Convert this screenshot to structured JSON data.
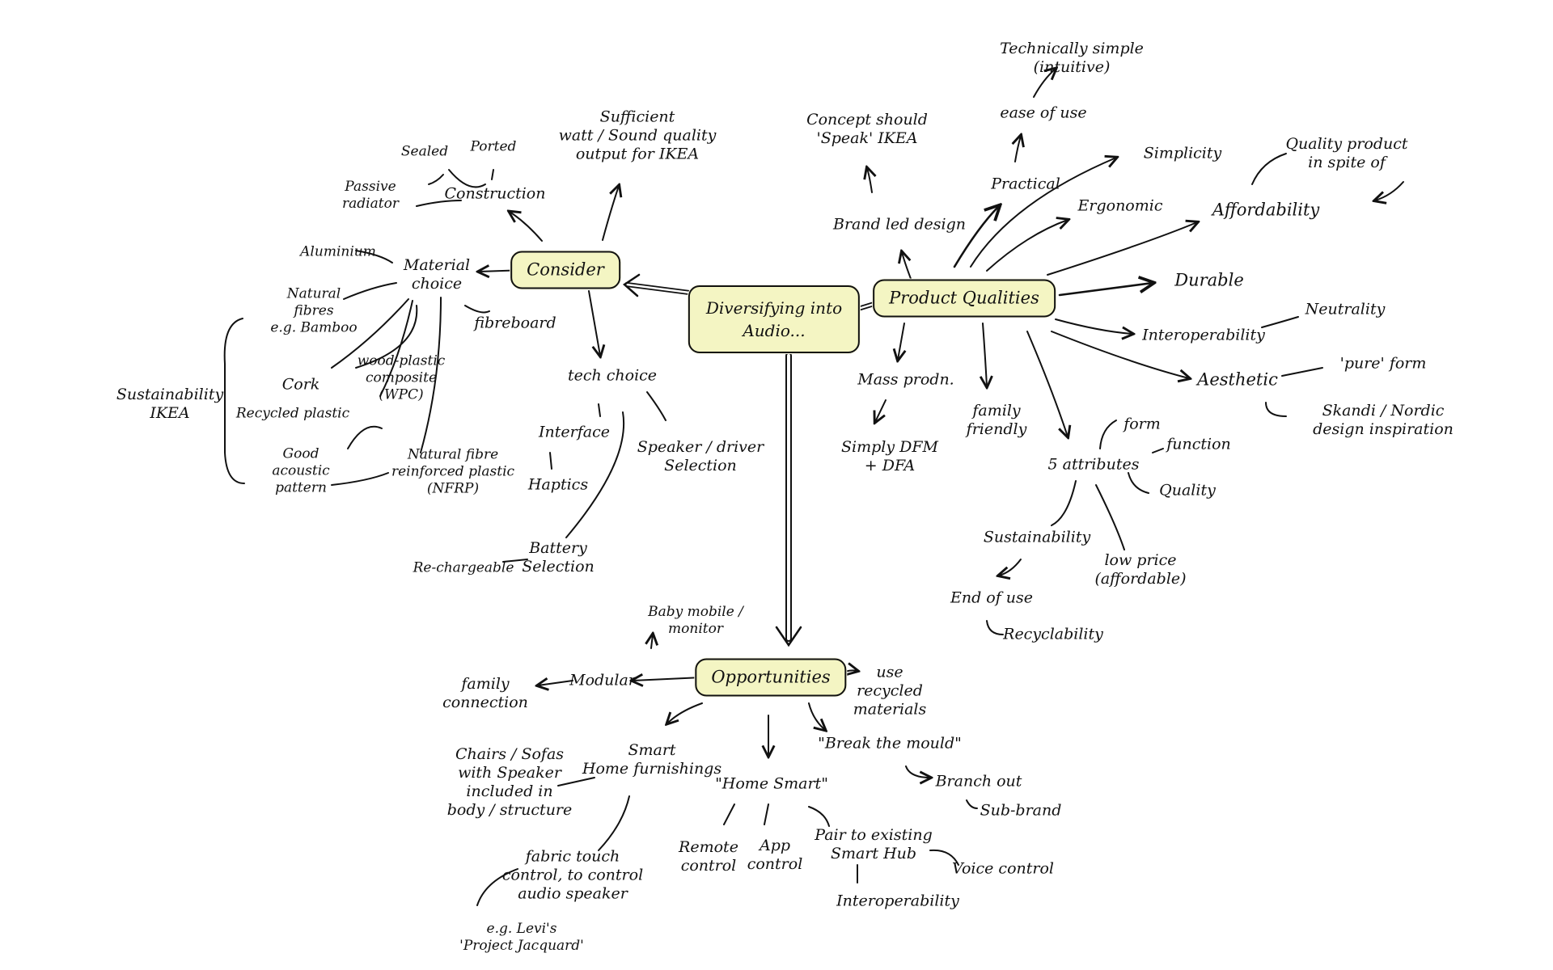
{
  "diagram": {
    "hub": "Diversifying into\nAudio...",
    "consider": {
      "title": "Consider",
      "construction": "Construction",
      "sealed": "Sealed",
      "ported": "Ported",
      "passive_radiator": "Passive\nradiator",
      "sufficient_output": "Sufficient\nwatt / Sound quality\noutput for IKEA",
      "material_choice": "Material\nchoice",
      "aluminium": "Aluminium",
      "natural_fibres": "Natural\nfibres\ne.g. Bamboo",
      "fibreboard": "fibreboard",
      "cork": "Cork",
      "recycled_plastic": "Recycled plastic",
      "wpc": "wood-plastic\ncomposite\n(WPC)",
      "nfrp": "Natural fibre\nreinforced plastic\n(NFRP)",
      "good_acoustic": "Good\nacoustic\npattern",
      "sustainability_ikea": "Sustainability\nIKEA",
      "tech_choice": "tech choice",
      "interface": "Interface",
      "haptics": "Haptics",
      "speaker_driver": "Speaker / driver\nSelection",
      "battery_selection": "Battery\nSelection",
      "rechargeable": "Re-chargeable"
    },
    "product_qualities": {
      "title": "Product Qualities",
      "brand_led": "Brand led design",
      "concept_speak": "Concept should\n'Speak' IKEA",
      "practical": "Practical",
      "ease_of_use": "ease of use",
      "technically_simple": "Technically simple\n(intuitive)",
      "simplicity": "Simplicity",
      "ergonomic": "Ergonomic",
      "affordability": "Affordability",
      "quality_product": "Quality product\nin spite of",
      "durable": "Durable",
      "interoperability": "Interoperability",
      "neutrality": "Neutrality",
      "aesthetic": "Aesthetic",
      "pure_form": "'pure' form",
      "skandi": "Skandi / Nordic\ndesign inspiration",
      "mass_prodn": "Mass prodn.",
      "simply_dfm": "Simply DFM\n+ DFA",
      "family_friendly": "family\nfriendly",
      "five_attributes": "5 attributes",
      "form": "form",
      "function": "function",
      "quality": "Quality",
      "sustainability": "Sustainability",
      "low_price": "low price\n(affordable)",
      "end_of_use": "End of use",
      "recyclability": "Recyclability"
    },
    "opportunities": {
      "title": "Opportunities",
      "baby_mobile": "Baby mobile /\nmonitor",
      "modular": "Modular",
      "family_connection": "family\nconnection",
      "use_recycled": "use\nrecycled\nmaterials",
      "smart_home_furnishings": "Smart\nHome furnishings",
      "chairs_sofas": "Chairs / Sofas\nwith Speaker\nincluded in\nbody / structure",
      "fabric_touch": "fabric touch\ncontrol, to control\naudio speaker",
      "levis": "e.g. Levi's\n'Project Jacquard'",
      "home_smart": "\"Home Smart\"",
      "remote_control": "Remote\ncontrol",
      "app_control": "App\ncontrol",
      "pair_smart_hub": "Pair to existing\nSmart Hub",
      "voice_control": "Voice control",
      "interoperability": "Interoperability",
      "break_mould": "\"Break the mould\"",
      "branch_out": "Branch out",
      "sub_brand": "Sub-brand"
    }
  }
}
